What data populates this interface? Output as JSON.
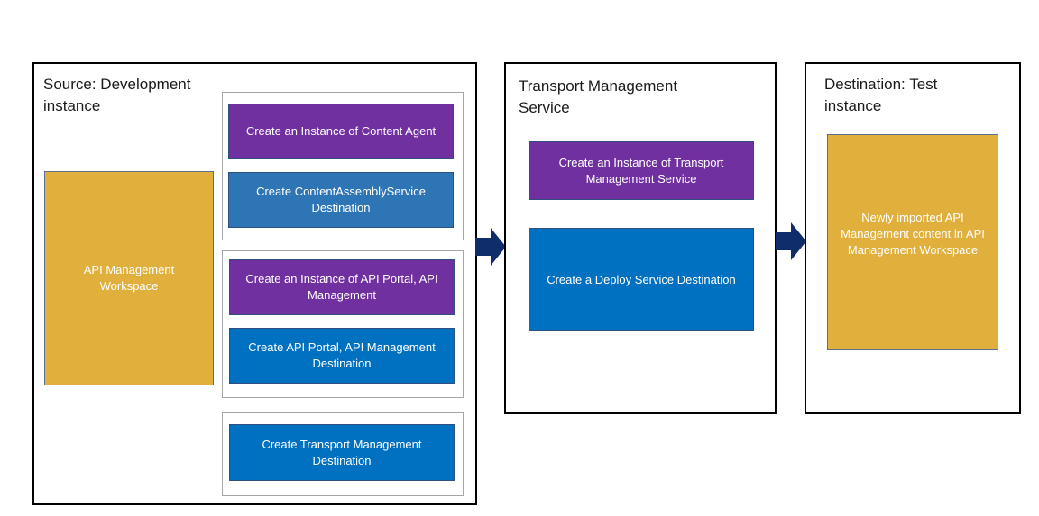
{
  "colors": {
    "workspace": "#E0AF3C",
    "purple": "#7030A0",
    "blue_light": "#2E75B6",
    "blue": "#0070C0",
    "arrow": "#0F2D6B",
    "border": "#000000"
  },
  "source": {
    "title": "Source: Development instance",
    "workspace_label": "API Management Workspace",
    "group1": {
      "box1": "Create an Instance of Content Agent",
      "box2": "Create ContentAssemblyService Destination"
    },
    "group2": {
      "box1": "Create an Instance of API Portal, API Management",
      "box2": "Create API Portal, API Management Destination"
    },
    "group3": {
      "box1": "Create Transport Management Destination"
    }
  },
  "transport": {
    "title": "Transport Management Service",
    "box1": "Create an Instance of Transport Management Service",
    "box2": "Create a Deploy Service Destination"
  },
  "destination": {
    "title": "Destination: Test instance",
    "content_label": "Newly imported API Management content in API Management Workspace"
  }
}
